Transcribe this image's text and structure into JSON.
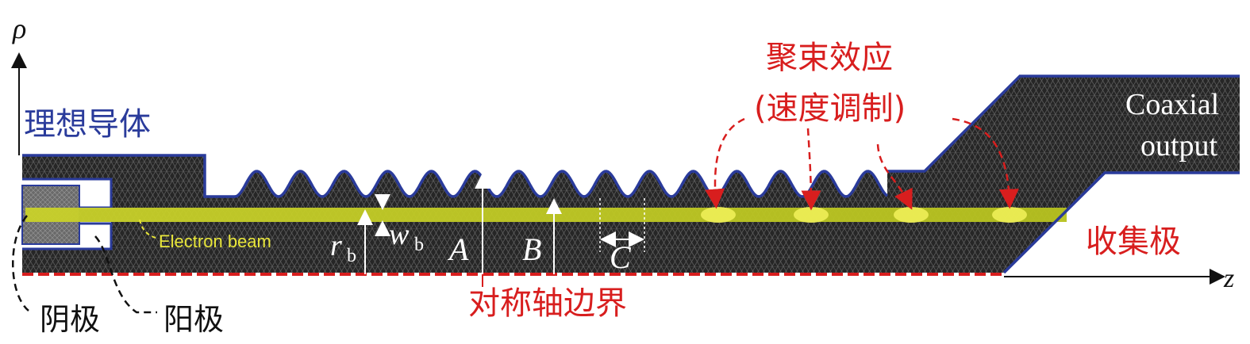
{
  "axes": {
    "rho": "ρ",
    "z": "z"
  },
  "labels": {
    "ideal_conductor": "理想导体",
    "bunching_line1": "聚束效应",
    "bunching_line2": "(速度调制)",
    "coaxial_line1": "Coaxial",
    "coaxial_line2": "output",
    "collector": "收集极",
    "electron_beam": "Electron beam",
    "cathode": "阴极",
    "anode": "阳极",
    "symmetry_axis": "对称轴边界"
  },
  "dimensions": {
    "r": "r",
    "r_sub": "b",
    "w": "w",
    "w_sub": "b",
    "A": "A",
    "B": "B",
    "C": "C"
  },
  "colors": {
    "conductor": "#2a3b9b",
    "highlight": "#d81e1e",
    "mesh": "#2b2b2b",
    "beam": "#d9e033"
  }
}
